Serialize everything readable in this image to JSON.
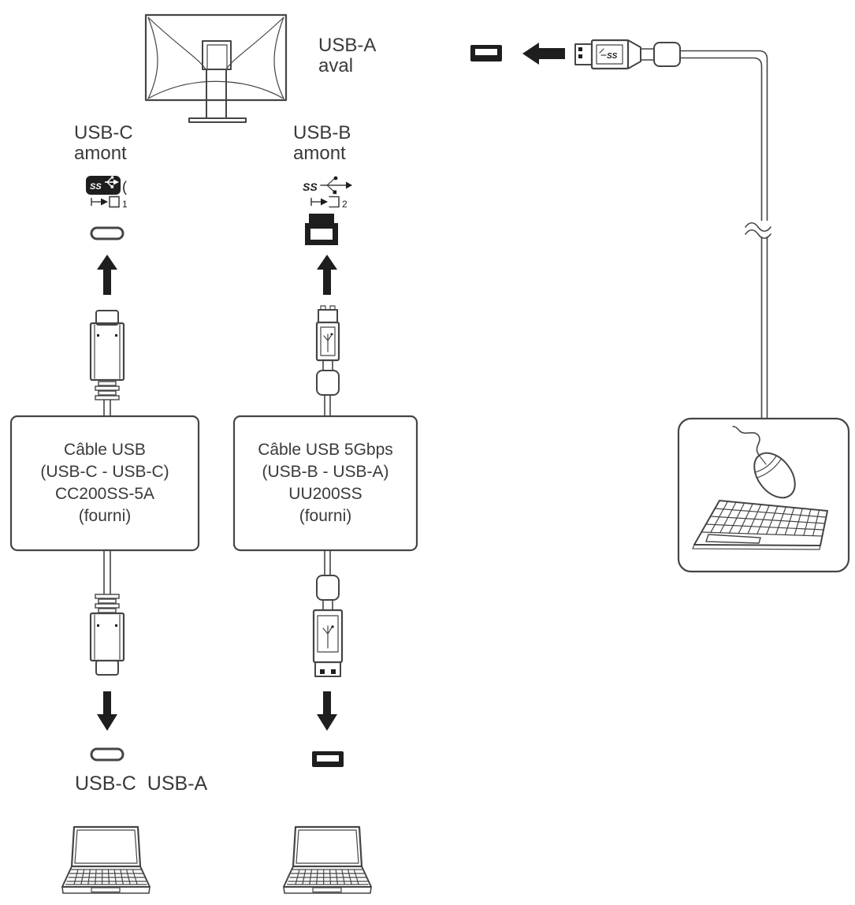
{
  "colors": {
    "line": "#454545",
    "dark": "#1e1e1e",
    "text": "#3a3a3a",
    "bg": "#ffffff"
  },
  "labels": {
    "usb_a_downstream": {
      "line1": "USB-A",
      "line2": "aval"
    },
    "usb_c_upstream": {
      "line1": "USB-C",
      "line2": "amont"
    },
    "usb_b_upstream": {
      "line1": "USB-B",
      "line2": "amont"
    },
    "bottom_left": "USB-C",
    "bottom_right": "USB-A"
  },
  "ports": {
    "usb_c_number": "1",
    "usb_b_number": "2"
  },
  "icons": {
    "ss_text": "SS",
    "usb_c_bracket": "("
  },
  "cables": {
    "usb_c": {
      "lines": [
        "Câble USB",
        "(USB-C - USB-C)",
        "CC200SS-5A",
        "(fourni)"
      ]
    },
    "usb_b": {
      "lines": [
        "Câble USB 5Gbps",
        "(USB-B - USB-A)",
        "UU200SS",
        "(fourni)"
      ]
    }
  }
}
